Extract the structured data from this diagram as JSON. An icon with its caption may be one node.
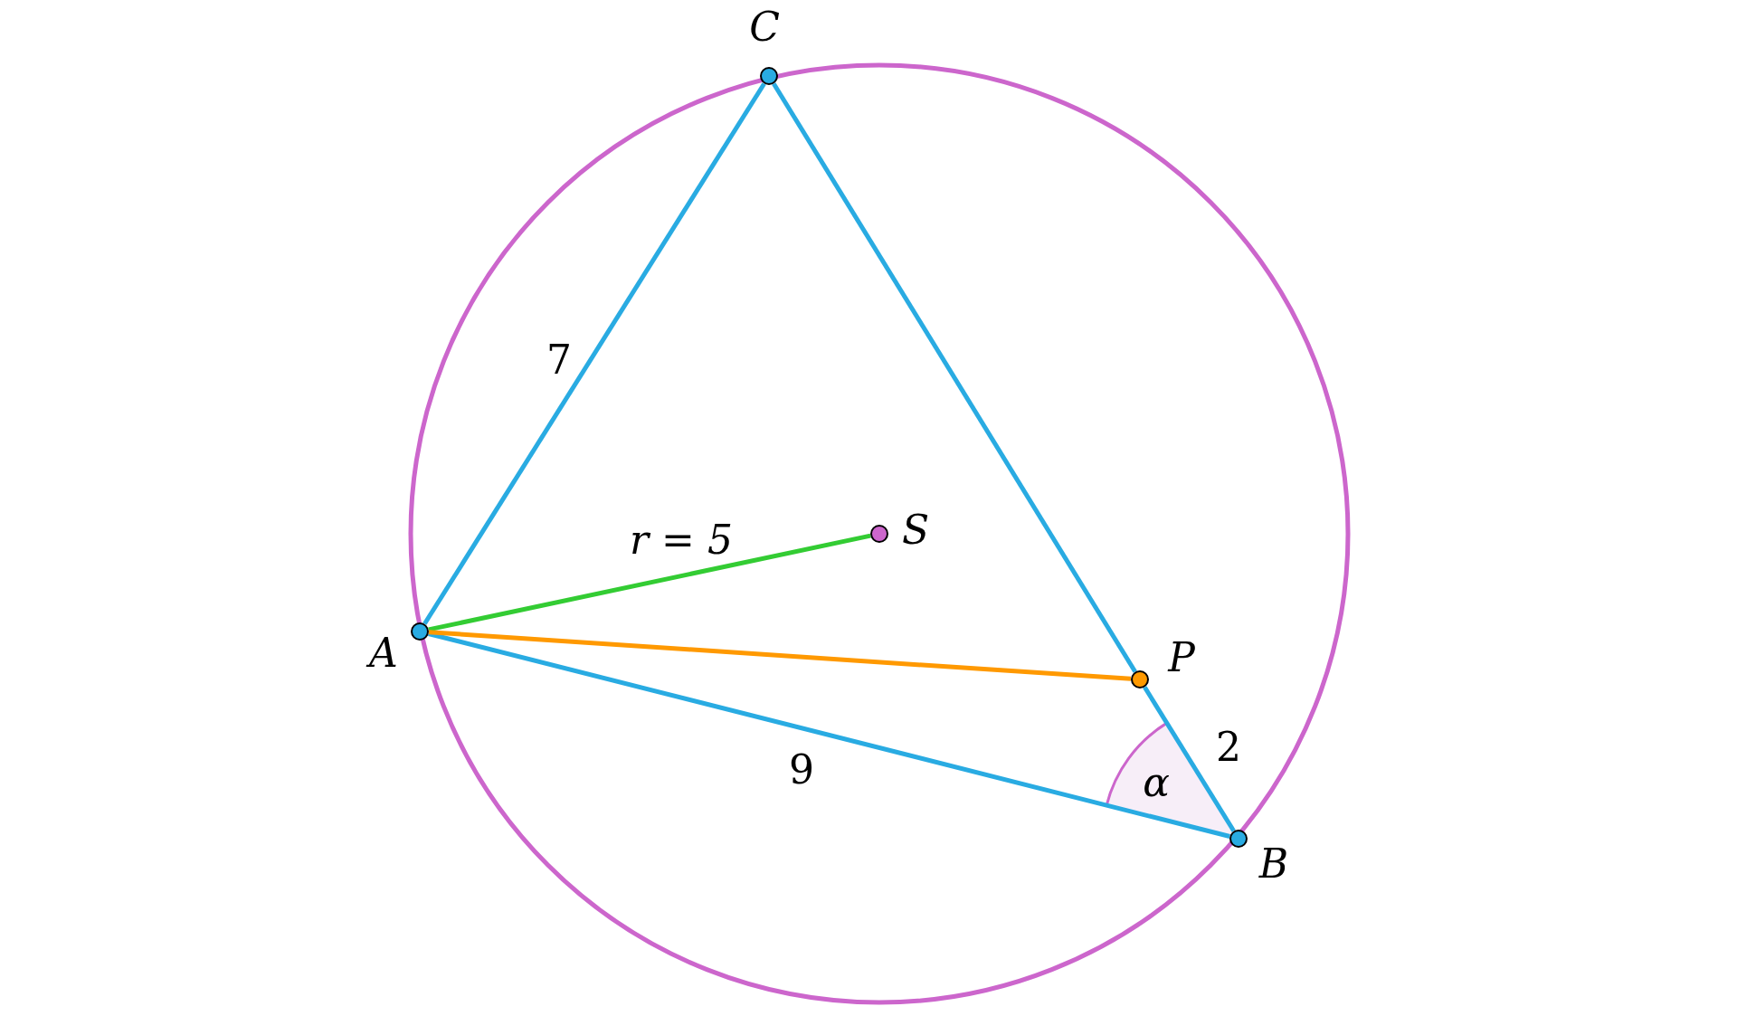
{
  "diagram": {
    "nodes": [
      {
        "text": [],
        "shape": "circle",
        "beside": [
          "C"
        ]
      },
      {
        "text": [],
        "shape": "circle",
        "beside": [
          "A"
        ]
      },
      {
        "text": [],
        "shape": "circle",
        "beside": [
          "S"
        ]
      },
      {
        "text": [],
        "shape": "circle",
        "beside": [
          "P"
        ]
      },
      {
        "text": [],
        "shape": "circle",
        "beside": [
          "B"
        ]
      }
    ],
    "edges": [
      {
        "from": 1,
        "to": 0,
        "arrow": "none",
        "label": "7"
      },
      {
        "from": 0,
        "to": 3,
        "arrow": "none"
      },
      {
        "from": 3,
        "to": 4,
        "arrow": "none",
        "label": "2"
      },
      {
        "from": 1,
        "to": 4,
        "arrow": "none",
        "label": "9"
      },
      {
        "from": 1,
        "to": 2,
        "arrow": "none",
        "label": "r = 5",
        "color": "#33cc33"
      },
      {
        "from": 1,
        "to": 3,
        "arrow": "none",
        "color": "#ff9900"
      }
    ],
    "labels": [
      "α"
    ]
  }
}
